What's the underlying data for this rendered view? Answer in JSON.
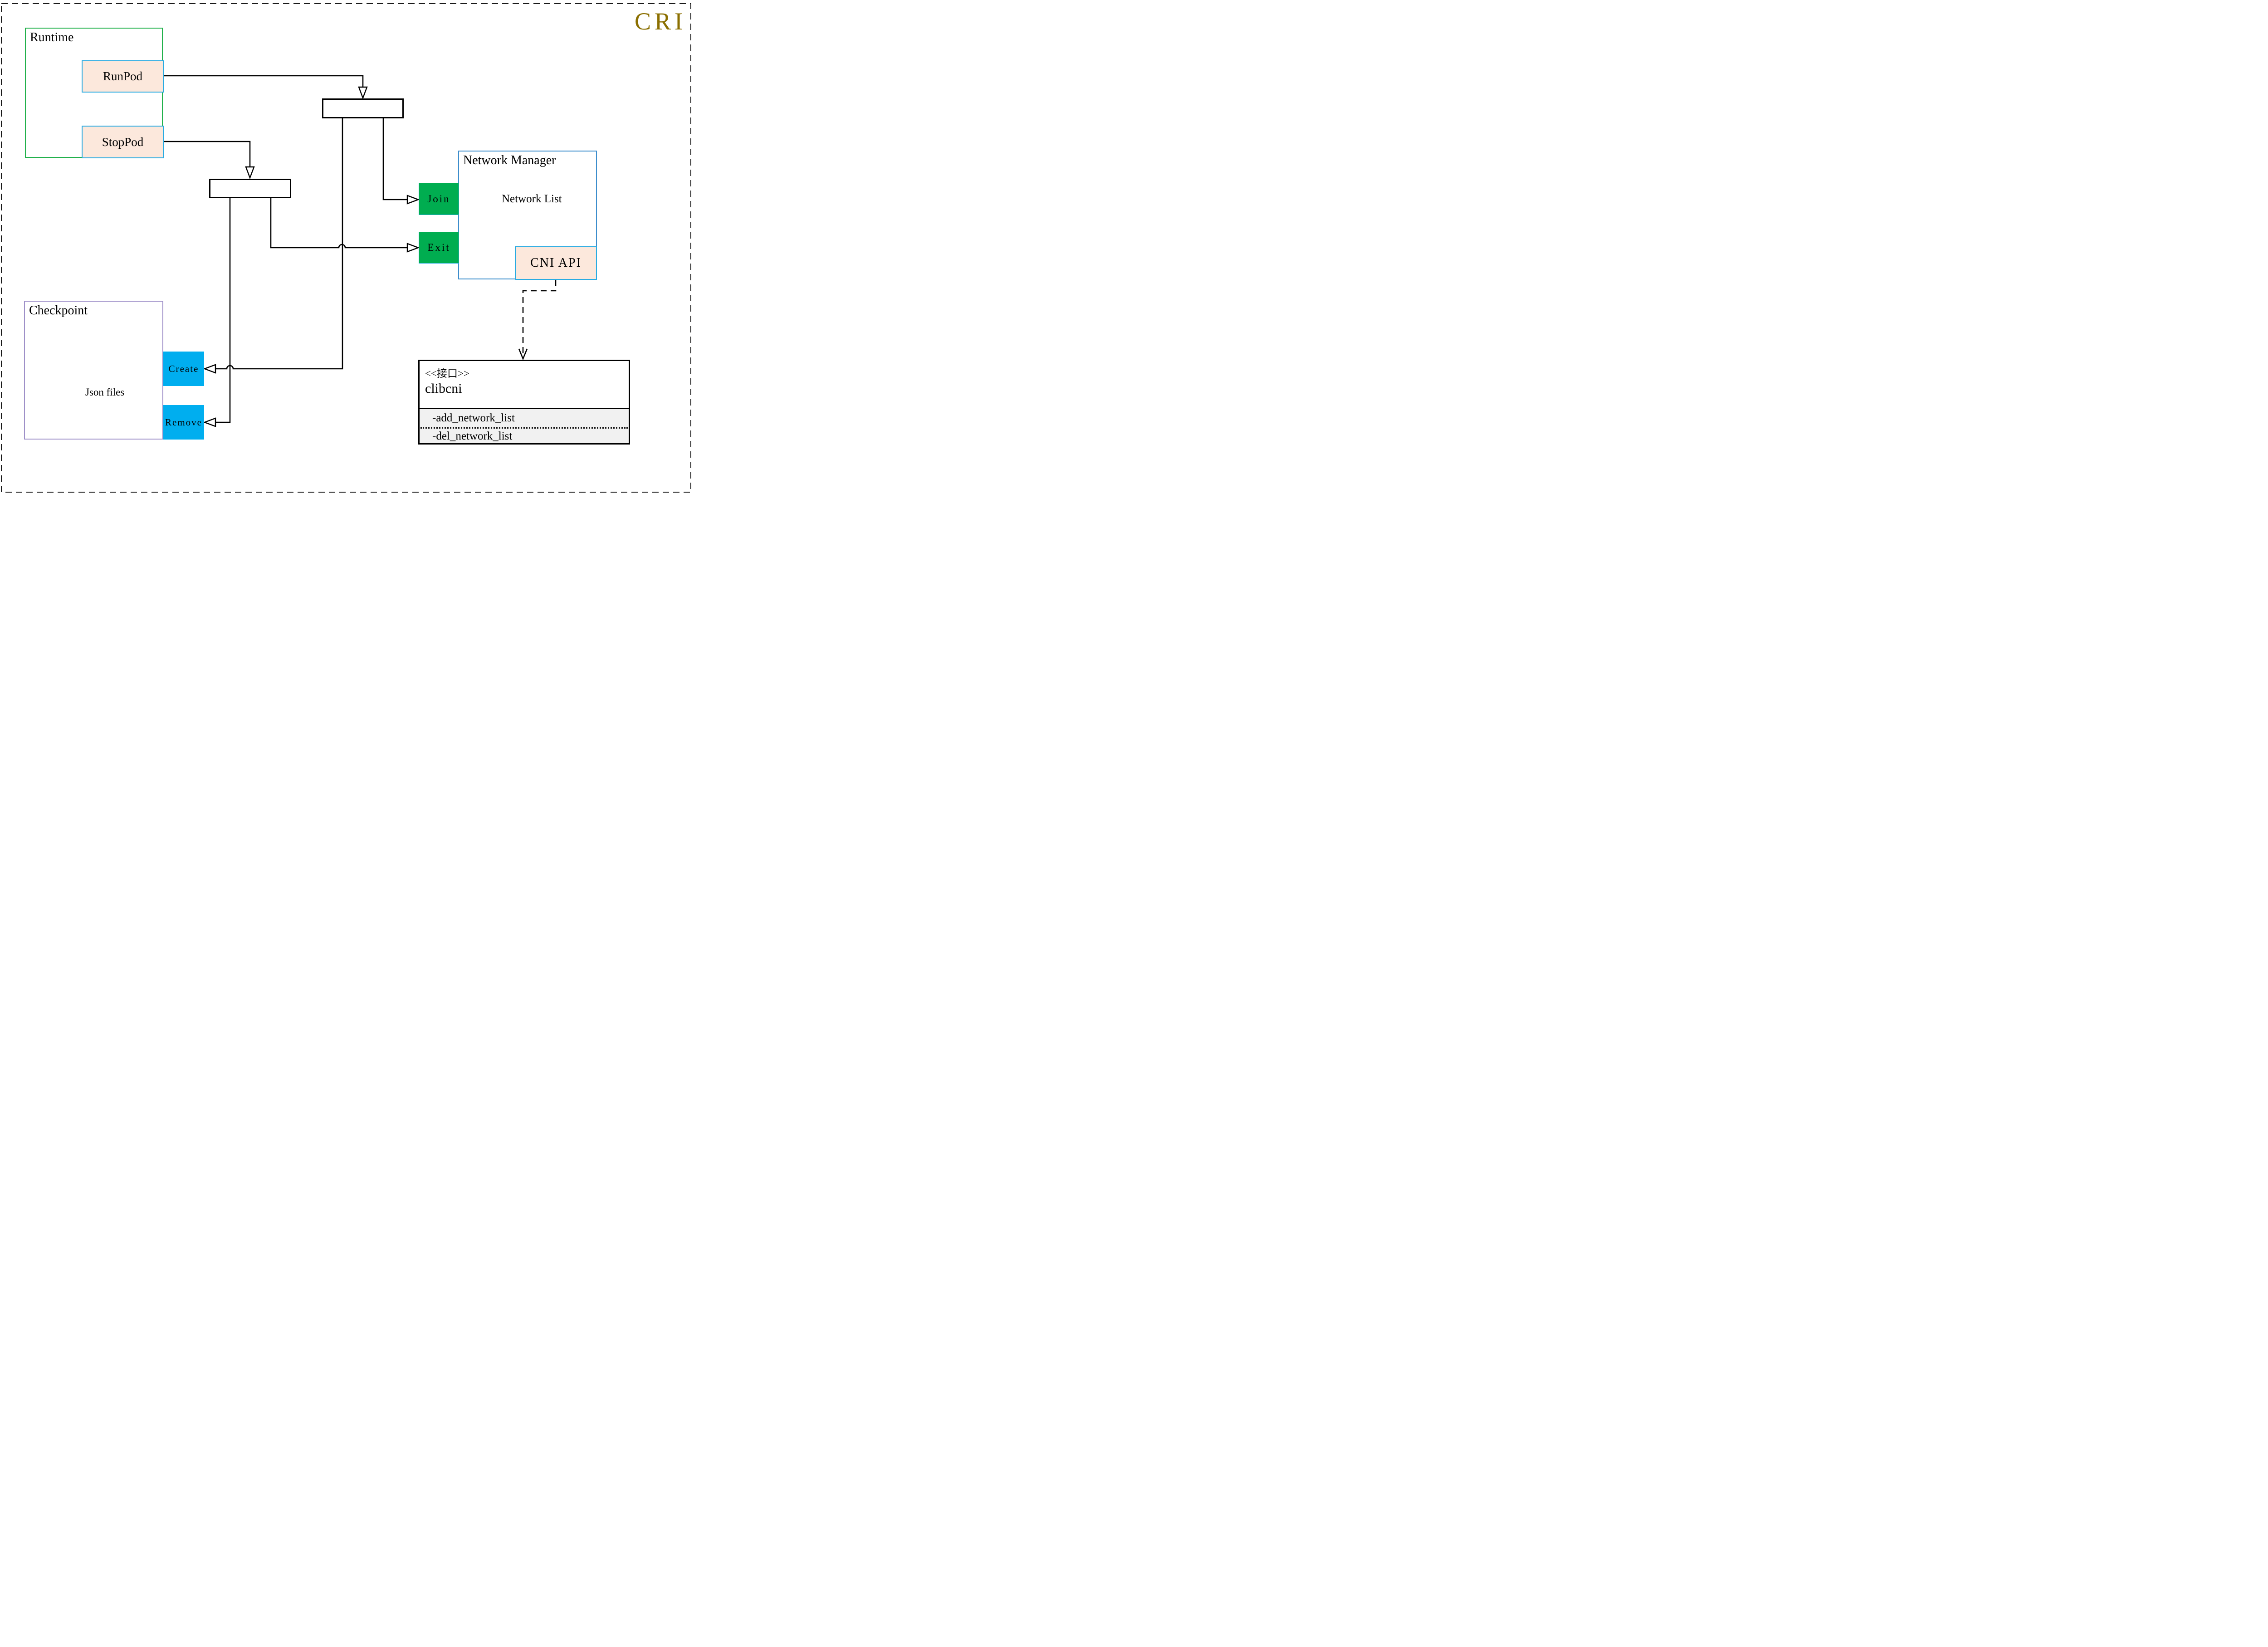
{
  "title": {
    "text": "CRI",
    "color": "#8B6F00"
  },
  "runtime": {
    "label": "Runtime",
    "ops": [
      "RunPod",
      "StopPod"
    ]
  },
  "network_manager": {
    "label": "Network Manager",
    "store_label": "Network List",
    "join_label": "Join",
    "exit_label": "Exit",
    "api_label": "CNI API"
  },
  "checkpoint": {
    "label": "Checkpoint",
    "store_label": "Json files",
    "create_label": "Create",
    "remove_label": "Remove"
  },
  "interface_class": {
    "stereotype": "<<接口>>",
    "name": "clibcni",
    "methods": [
      "-add_network_list",
      "-del_network_list"
    ]
  },
  "colors": {
    "runtime_border": "#22B14C",
    "pod_fill": "#FCE8DC",
    "pod_border": "#29ABE2",
    "network_manager_border": "#3C8DCC",
    "port_fill": "#00AD50",
    "checkpoint_border": "#9E90C8",
    "op_fill": "#00AEEF",
    "interface_attr_fill": "#F1F1F1",
    "title_color": "#8B6F00",
    "cylinder_stroke": "#6A6A6A",
    "connector": "#000000"
  }
}
